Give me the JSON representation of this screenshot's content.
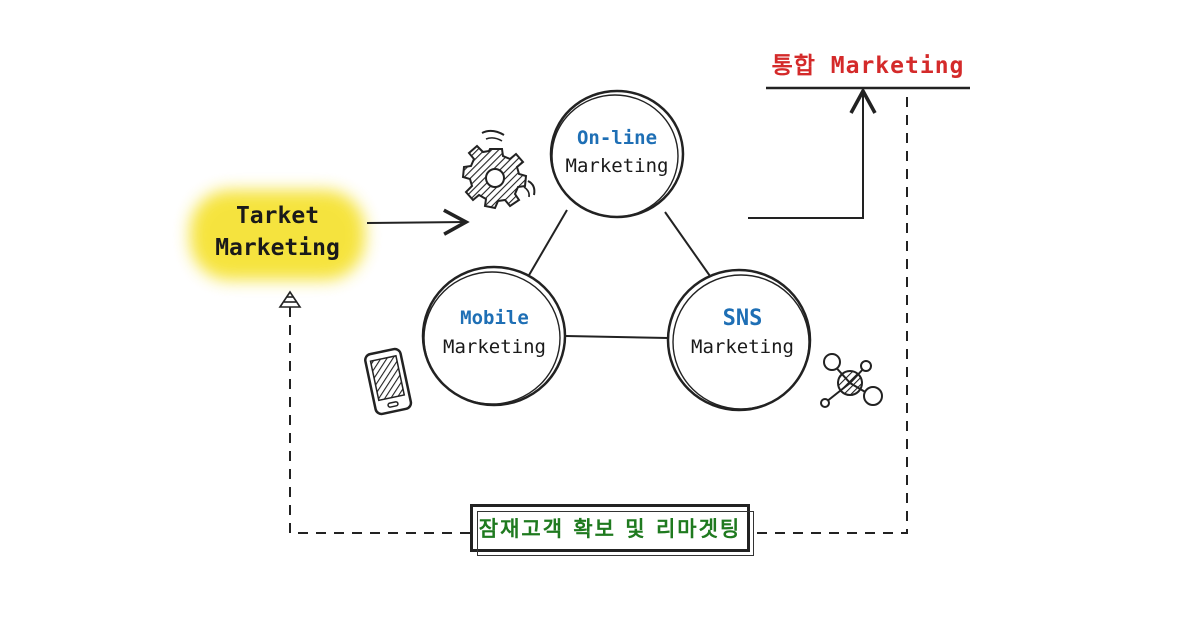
{
  "title": "통합 Marketing",
  "nodes": {
    "target": {
      "line1": "Tarket",
      "line2": "Marketing"
    },
    "online": {
      "line1": "On-line",
      "line2": "Marketing"
    },
    "mobile": {
      "line1": "Mobile",
      "line2": "Marketing"
    },
    "sns": {
      "line1": "SNS",
      "line2": "Marketing"
    }
  },
  "feedback_label": "잠재고객 확보 및 리마겟팅",
  "icons": [
    "gear-icon",
    "smartphone-icon",
    "network-icon"
  ],
  "colors": {
    "title": "#d42a2a",
    "node_heading": "#1e6fb5",
    "feedback_label": "#1f7a1f",
    "highlight": "#f5e12a"
  }
}
